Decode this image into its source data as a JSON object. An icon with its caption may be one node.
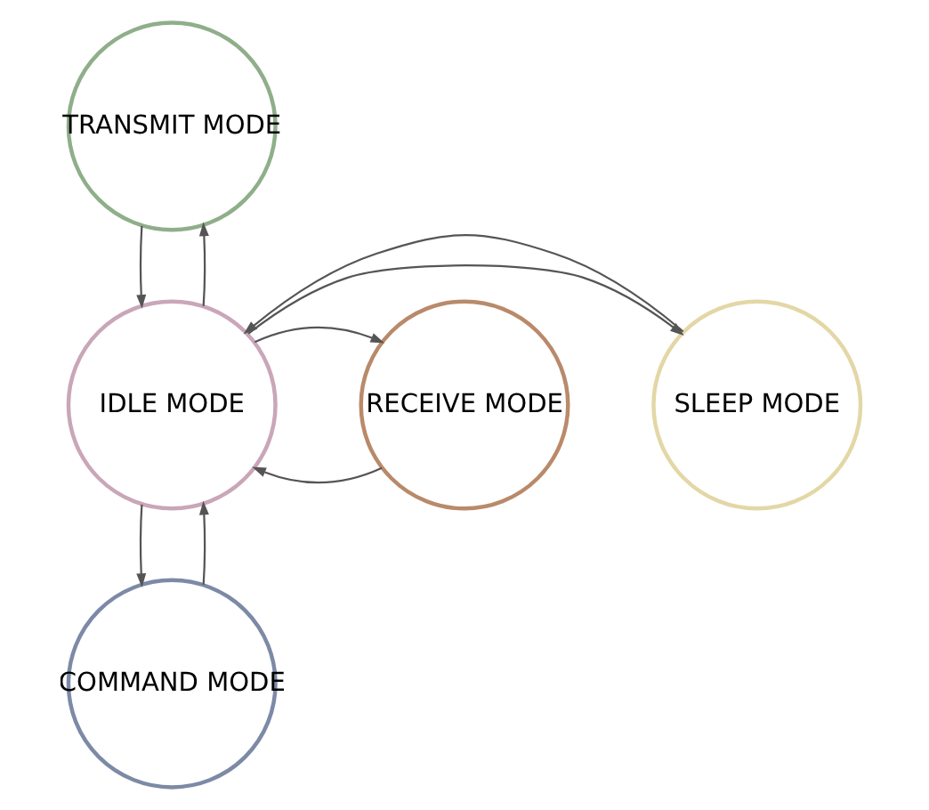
{
  "diagram": {
    "nodes": [
      {
        "text": [
          "TRANSMIT MODE"
        ]
      },
      {
        "text": [
          "SLEEP MODE"
        ]
      },
      {
        "text": [
          "IDLE MODE"
        ]
      },
      {
        "text": [
          "RECEIVE MODE"
        ]
      },
      {
        "text": [
          "COMMAND MODE"
        ]
      }
    ],
    "edges": [
      {
        "from": 0,
        "to": 2,
        "arrow": "to"
      },
      {
        "from": 2,
        "to": 0,
        "arrow": "to"
      },
      {
        "from": 2,
        "to": 1,
        "arrow": "to"
      },
      {
        "from": 1,
        "to": 2,
        "arrow": "to"
      },
      {
        "from": 3,
        "to": 2,
        "arrow": "to"
      },
      {
        "from": 2,
        "to": 3,
        "arrow": "to"
      },
      {
        "from": 2,
        "to": 4,
        "arrow": "to"
      },
      {
        "from": 4,
        "to": 2,
        "arrow": "to"
      }
    ]
  }
}
